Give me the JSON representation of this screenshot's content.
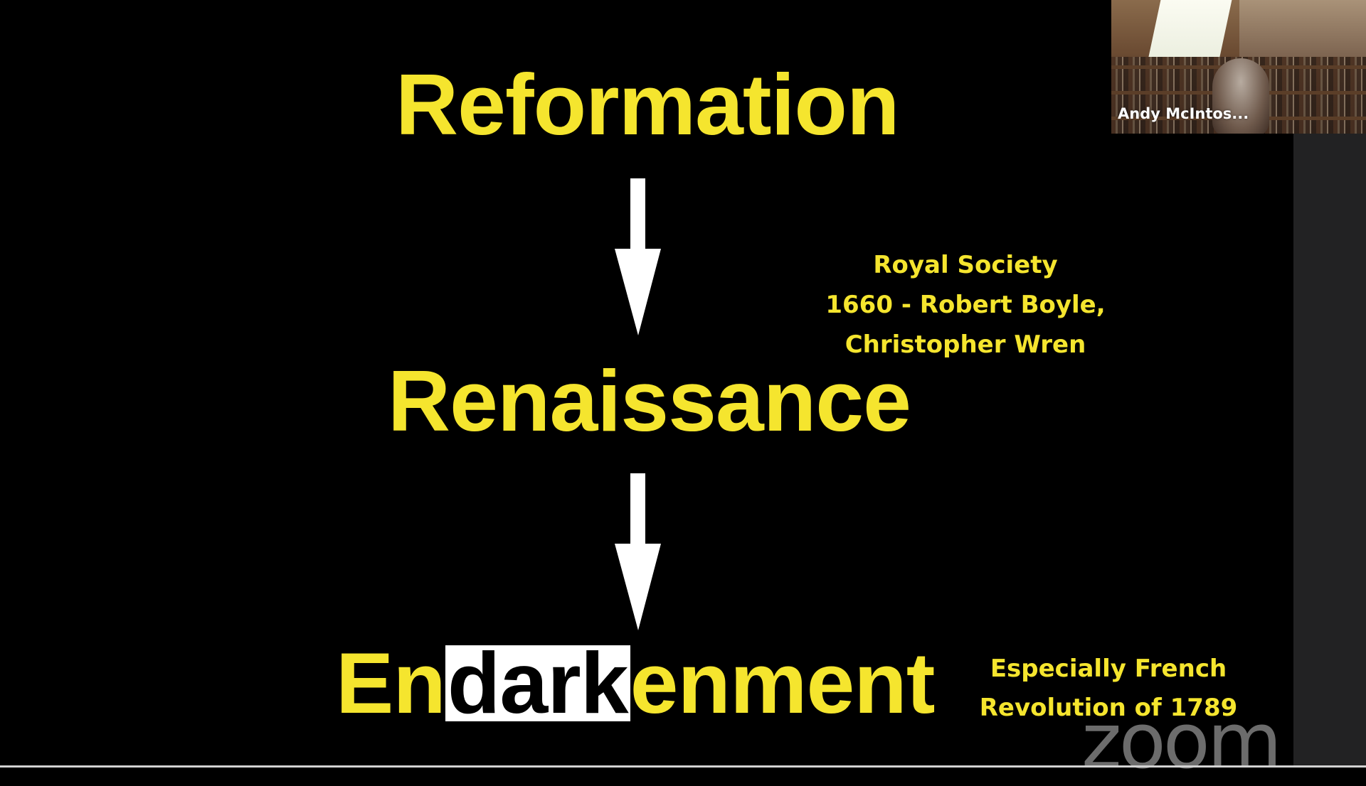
{
  "slide": {
    "background": "#000000",
    "text_color": "#F5E52E",
    "steps": [
      {
        "label": "Reformation"
      },
      {
        "label": "Renaissance"
      },
      {
        "label_parts": [
          "En",
          "dark",
          "enment"
        ],
        "highlight_index": 1,
        "highlight_bg": "#FFFFFF",
        "highlight_fg": "#000000"
      }
    ],
    "arrows": [
      {
        "direction": "down",
        "color": "#FFFFFF"
      },
      {
        "direction": "down",
        "color": "#FFFFFF"
      }
    ],
    "notes": {
      "royal_society": [
        "Royal Society",
        "1660 - Robert Boyle,",
        "Christopher Wren"
      ],
      "french_revolution": [
        "Especially French",
        "Revolution of 1789"
      ]
    }
  },
  "video_tile": {
    "participant_name": "Andy McIntos..."
  },
  "watermark": {
    "text": "zoom"
  }
}
